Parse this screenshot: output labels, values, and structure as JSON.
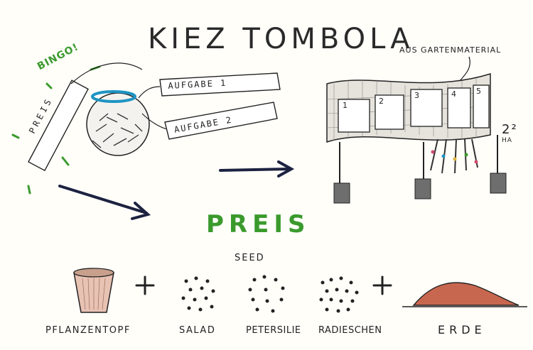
{
  "title": "KIEZ TOMBOLA",
  "bingo": "BINGO!",
  "prize_strip": "PREIS",
  "tasks": [
    "AUFGABE 1",
    "AUFGABE 2"
  ],
  "board_note": "AUS GARTENMATERIAL",
  "board_slots": [
    "1",
    "2",
    "3",
    "4",
    "5"
  ],
  "board_mark": "2²",
  "board_mark_sub": "HA",
  "prize_heading": "PREIS",
  "seed_heading": "SEED",
  "prize_items": {
    "pot": "PFLANZENTOPF",
    "salad": "SALAD",
    "parsley": "PETERSILIE",
    "radish": "RADIESCHEN",
    "soil": "ERDE"
  },
  "colors": {
    "green": "#3a9a2c",
    "navy": "#1c2240",
    "terracotta": "#c8674f",
    "ribbon": "#1e94c4"
  }
}
